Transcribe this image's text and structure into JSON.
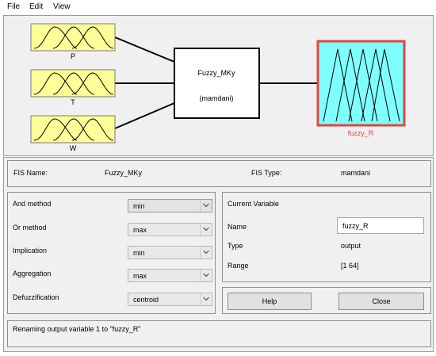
{
  "menu": [
    "File",
    "Edit",
    "View"
  ],
  "diagram": {
    "inputs": [
      "P",
      "T",
      "W"
    ],
    "system_name": "Fuzzy_MKy",
    "system_type": "(mamdani)",
    "output": "fuzzy_R"
  },
  "info": {
    "fis_name_label": "FIS Name:",
    "fis_name_value": "Fuzzy_MKy",
    "fis_type_label": "FIS Type:",
    "fis_type_value": "mamdani"
  },
  "methods": [
    {
      "label": "And method",
      "value": "min"
    },
    {
      "label": "Or method",
      "value": "max"
    },
    {
      "label": "Implication",
      "value": "min"
    },
    {
      "label": "Aggregation",
      "value": "max"
    },
    {
      "label": "Defuzzification",
      "value": "centroid"
    }
  ],
  "current_variable": {
    "heading": "Current Variable",
    "name_label": "Name",
    "name_value": "fuzzy_R",
    "type_label": "Type",
    "type_value": "output",
    "range_label": "Range",
    "range_value": "[1 64]"
  },
  "buttons": {
    "help": "Help",
    "close": "Close"
  },
  "status": "Renaming output variable 1 to \"fuzzy_R\"",
  "colors": {
    "input_fill": "#ffff99",
    "output_fill": "#80ffff",
    "output_border": "#e04545",
    "output_label": "#e04545"
  }
}
